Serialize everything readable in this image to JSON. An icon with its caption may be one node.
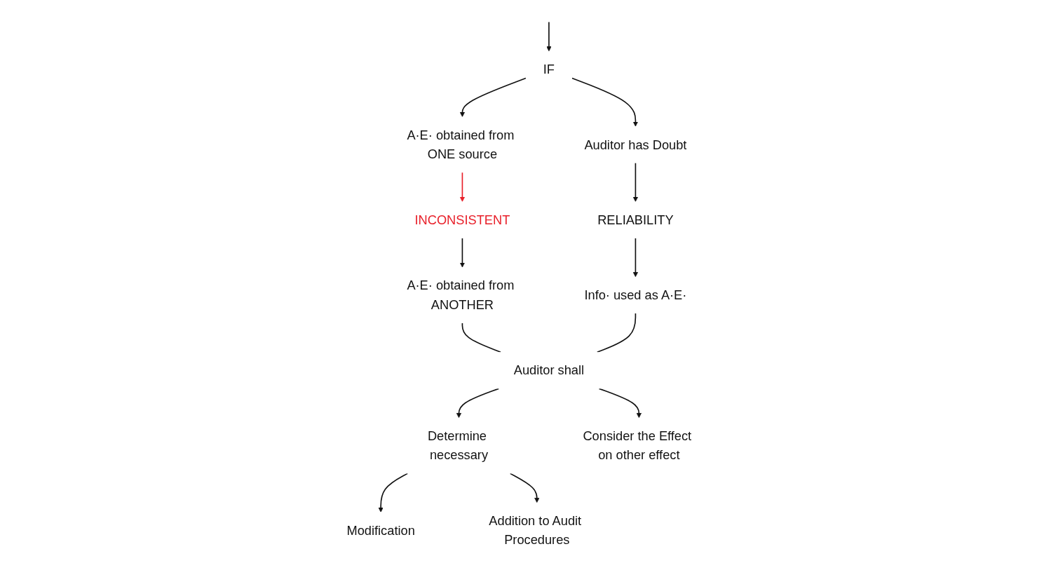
{
  "diagram": {
    "nodes": [
      {
        "text": [
          "IF"
        ]
      },
      {
        "text": [
          "A·E· obtained from ONE source"
        ]
      },
      {
        "text": [
          "Auditor has Doubt"
        ]
      },
      {
        "text": [
          "INCONSISTENT"
        ]
      },
      {
        "text": [
          "A·E· obtained from ANOTHER"
        ]
      },
      {
        "text": [
          "RELIABILITY"
        ]
      },
      {
        "text": [
          "Info· used as A·E·"
        ]
      },
      {
        "text": [
          "Auditor shall"
        ]
      },
      {
        "text": [
          "Determine necessary"
        ]
      },
      {
        "text": [
          "Consider the Effect on other effect"
        ]
      },
      {
        "text": [
          "Modification"
        ]
      },
      {
        "text": [
          "Addition to Audit Procedures"
        ]
      }
    ],
    "edges": [
      {
        "from": null,
        "to": 0,
        "arrow": "to"
      },
      {
        "from": 0,
        "to": 1,
        "arrow": "to"
      },
      {
        "from": 0,
        "to": 2,
        "arrow": "to"
      },
      {
        "from": 1,
        "to": 3,
        "arrow": "to",
        "color": "#e8202a"
      },
      {
        "from": 3,
        "to": 4,
        "arrow": "to"
      },
      {
        "from": 2,
        "to": 5,
        "arrow": "to"
      },
      {
        "from": 5,
        "to": 6,
        "arrow": "to"
      },
      {
        "from": 4,
        "to": 7,
        "arrow": "none"
      },
      {
        "from": 6,
        "to": 7,
        "arrow": "none"
      },
      {
        "from": 7,
        "to": 8,
        "arrow": "to"
      },
      {
        "from": 7,
        "to": 9,
        "arrow": "to"
      },
      {
        "from": 8,
        "to": 10,
        "arrow": "to"
      },
      {
        "from": 8,
        "to": 11,
        "arrow": "to"
      }
    ]
  }
}
